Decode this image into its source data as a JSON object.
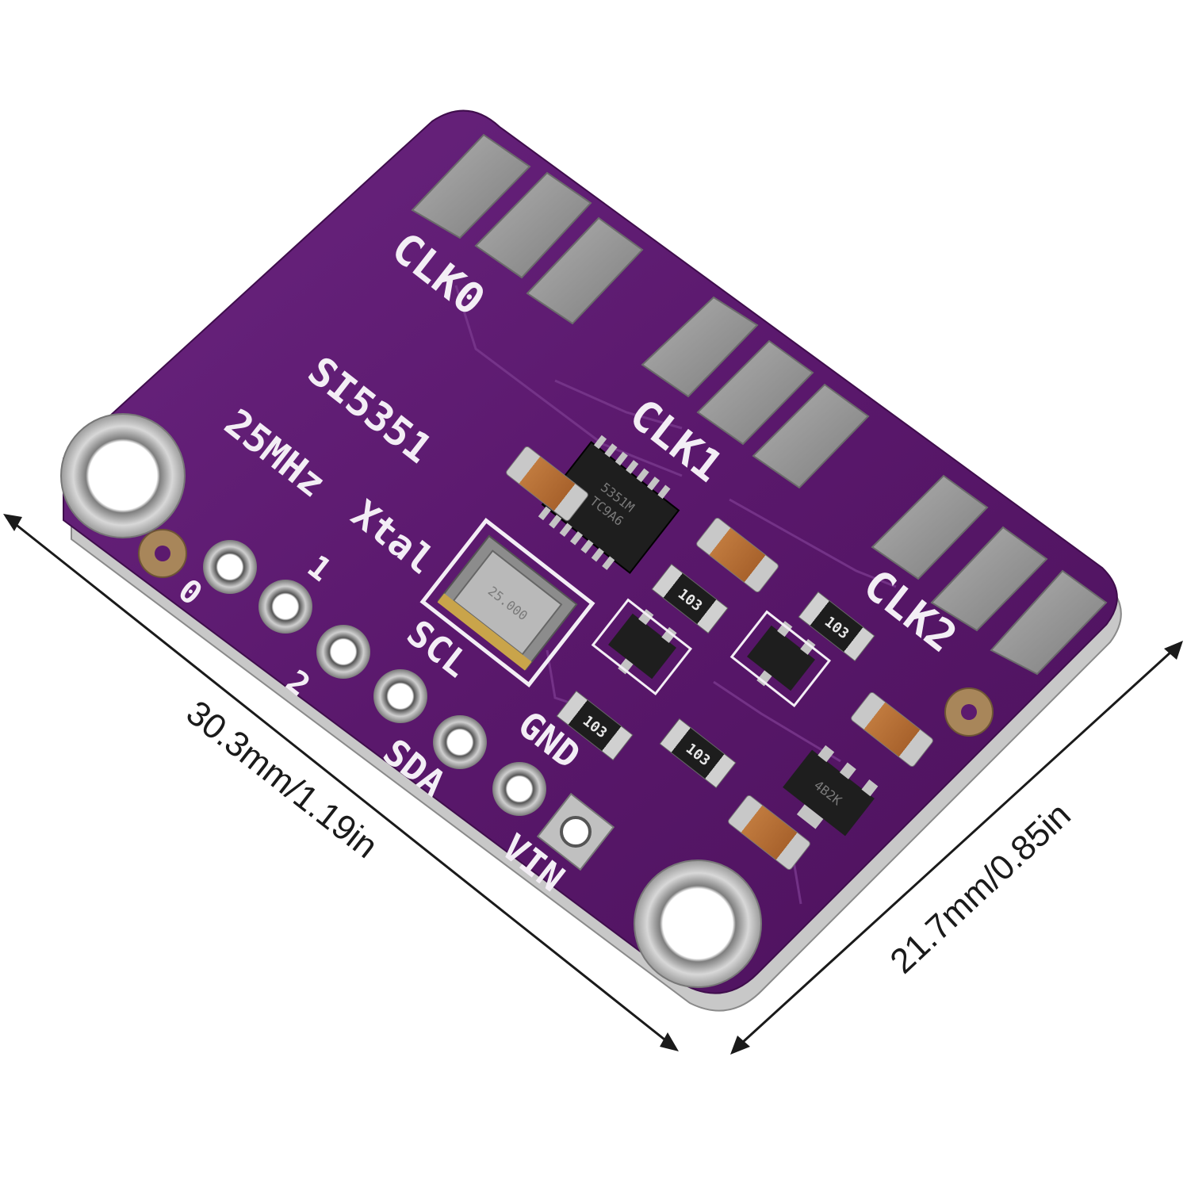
{
  "board": {
    "chip_name": "SI5351",
    "crystal_freq": "25MHz",
    "crystal_label": "Xtal",
    "crystal_marking": "25.000",
    "ic_marking_line1": "5351M",
    "ic_marking_line2": "TC9A6",
    "regulator_marking": "4B2K",
    "resistor_marking": "103",
    "clk_labels": [
      "CLK0",
      "CLK1",
      "CLK2"
    ],
    "pin_labels": [
      "0",
      "1",
      "2",
      "SCL",
      "GND",
      "SDA",
      "VIN"
    ],
    "colors": {
      "pcb": "#5c1a6e",
      "pad": "#9a9a9a",
      "silkscreen": "#f3eef5"
    }
  },
  "dimensions": {
    "length_label": "30.3mm/1.19in",
    "width_label": "21.7mm/0.85in"
  }
}
